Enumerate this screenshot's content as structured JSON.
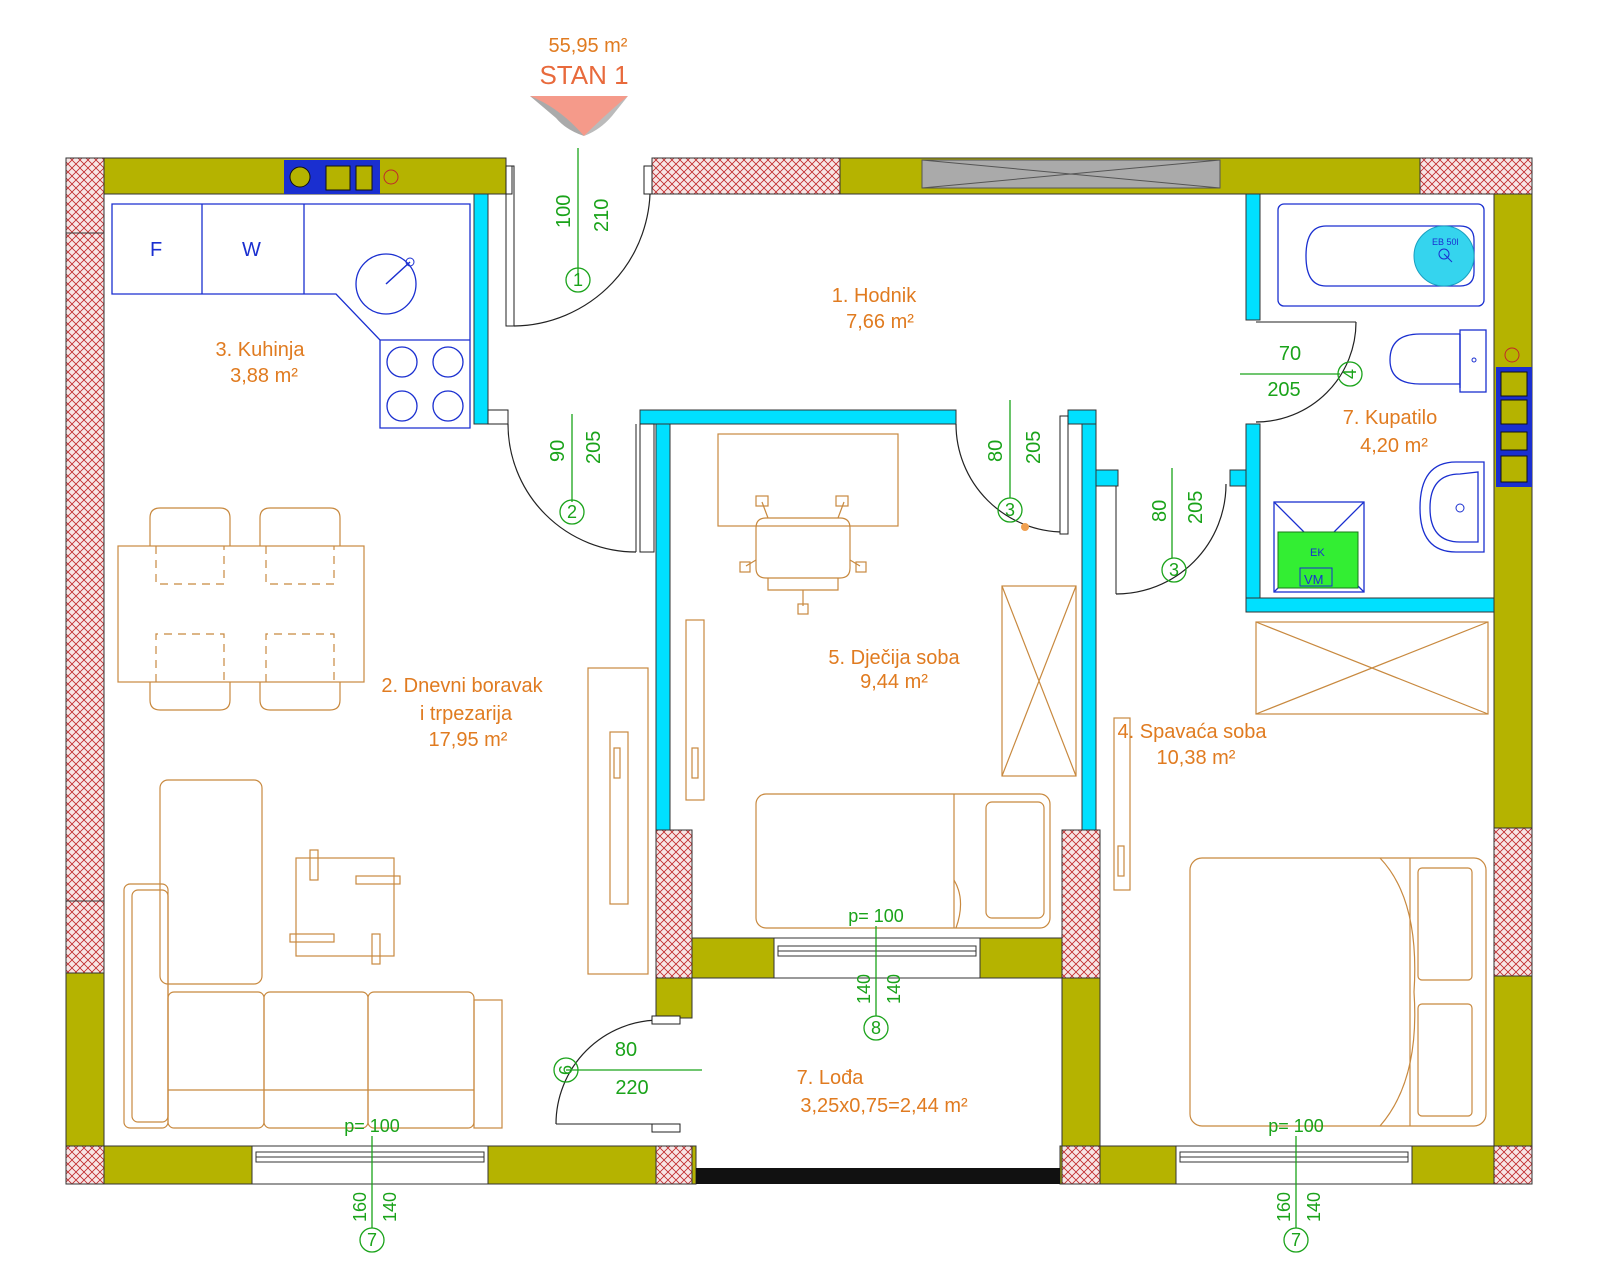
{
  "apartment": {
    "area": "55,95 m²",
    "name": "STAN 1"
  },
  "rooms": {
    "hodnik": {
      "name": "1. Hodnik",
      "area": "7,66 m²"
    },
    "dnevni": {
      "name_line1": "2. Dnevni boravak",
      "name_line2": "i trpezarija",
      "area": "17,95 m²"
    },
    "kuhinja": {
      "name": "3. Kuhinja",
      "area": "3,88 m²"
    },
    "spavaca": {
      "name": "4. Spavaća soba",
      "area": "10,38 m²"
    },
    "djecija": {
      "name": "5. Dječija soba",
      "area": "9,44 m²"
    },
    "kupatilo": {
      "name": "7. Kupatilo",
      "area": "4,20 m²"
    },
    "lodja": {
      "name": "7. Lođa",
      "area": "3,25x0,75=2,44 m²"
    }
  },
  "doors": {
    "d1": {
      "width": "100",
      "height": "210",
      "mark": "1"
    },
    "d2": {
      "width": "90",
      "height": "205",
      "mark": "2"
    },
    "d3a": {
      "width": "80",
      "height": "205",
      "mark": "3"
    },
    "d3b": {
      "width": "80",
      "height": "205",
      "mark": "3"
    },
    "d4": {
      "width": "70",
      "height": "205",
      "mark": "4"
    },
    "d5": {
      "width": "80",
      "height": "220",
      "mark": "6"
    }
  },
  "windows": {
    "w7a": {
      "sill": "p= 100",
      "width": "160",
      "height": "140",
      "mark": "7"
    },
    "w7b": {
      "sill": "p= 100",
      "width": "160",
      "height": "140",
      "mark": "7"
    },
    "w8": {
      "sill": "p= 100",
      "width": "140",
      "height": "140",
      "mark": "8"
    }
  },
  "fixtures": {
    "fridge": "F",
    "washer": "W",
    "boiler": "EB 50l",
    "vm": "VM",
    "ek": "EK"
  },
  "colors": {
    "bearing_wall": "#b5b300",
    "partition": "#00e0ff",
    "hatch": "#c0282a",
    "furniture": "#c8893f",
    "labels": "#e07b20",
    "dimensions": "#1aa31a",
    "fixtures": "#1a2fd0"
  }
}
